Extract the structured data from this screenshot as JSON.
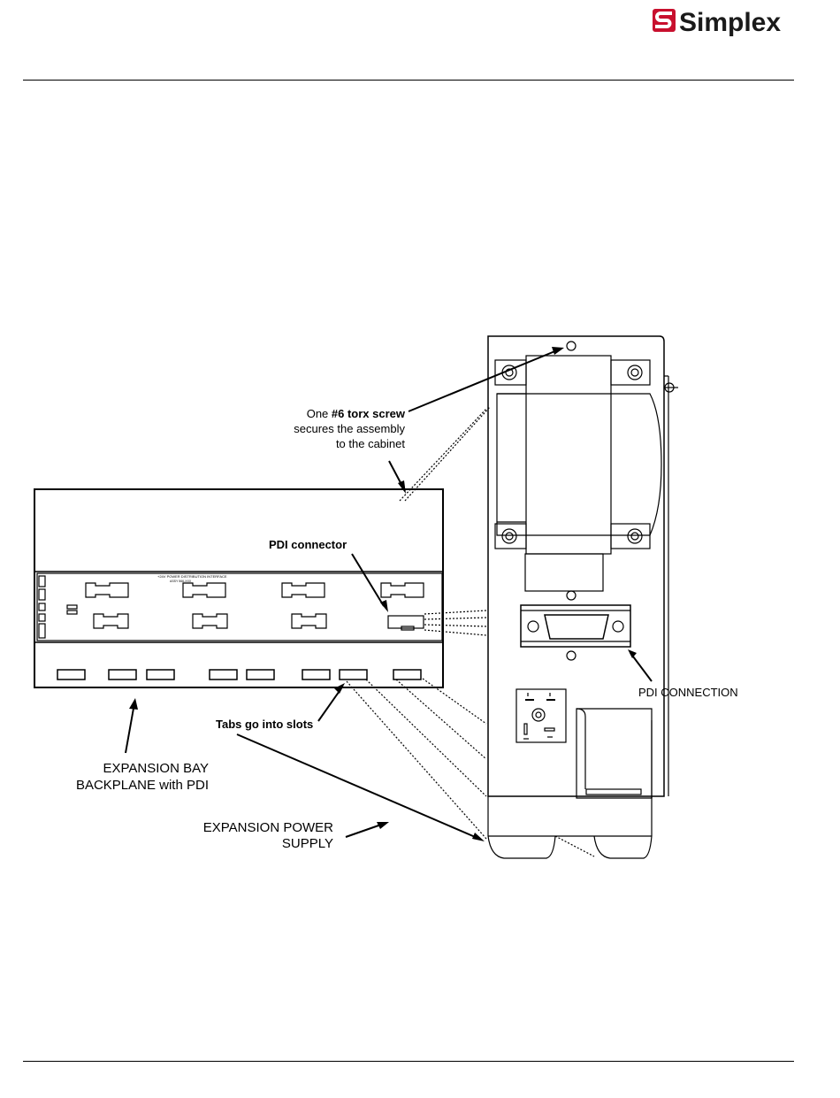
{
  "header": {
    "logo_text": "Simplex",
    "brand_color": "#c8102e"
  },
  "diagram": {
    "callouts": {
      "torx_prefix": "One ",
      "torx_bold": "#6 torx screw",
      "torx_line2": "secures the assembly",
      "torx_line3": "to the cabinet",
      "pdi_connector": "PDI connector",
      "pdi_connection": "PDI CONNECTION",
      "tabs_prefix": "Tabs go into ",
      "tabs_bold": "slots",
      "backplane_line1": "EXPANSION BAY",
      "backplane_line2": "BACKPLANE  with PDI",
      "psu_line1": "EXPANSION POWER",
      "psu_line2": "SUPPLY"
    },
    "board_text": {
      "title": "+24V POWER DISTRIBUTION INTERFACE",
      "assembly": "ASSY 566-XXX"
    }
  }
}
